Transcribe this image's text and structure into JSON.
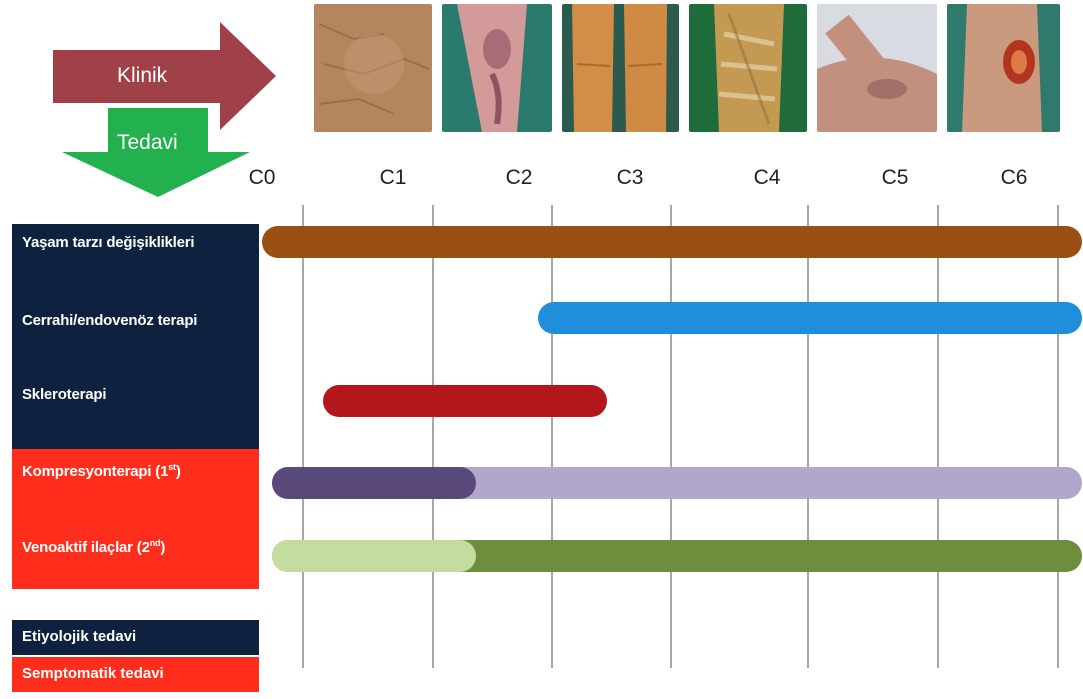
{
  "header": {
    "clinical_label": "Klinik",
    "treatment_label": "Tedavi"
  },
  "stages": [
    "C0",
    "C1",
    "C2",
    "C3",
    "C4",
    "C5",
    "C6"
  ],
  "photos": [
    {
      "stage": "C1",
      "icon": "skin-telangiectasia-photo"
    },
    {
      "stage": "C2",
      "icon": "varicose-vein-leg-photo"
    },
    {
      "stage": "C3",
      "icon": "edema-legs-photo"
    },
    {
      "stage": "C4",
      "icon": "skin-changes-leg-photo"
    },
    {
      "stage": "C5",
      "icon": "healed-ulcer-ankle-photo"
    },
    {
      "stage": "C6",
      "icon": "active-ulcer-leg-photo"
    }
  ],
  "treatments": [
    {
      "label": "Yaşam tarzı değişiklikleri",
      "sup": "",
      "group": "etiological",
      "bars": [
        {
          "from": "C0",
          "to": "C6",
          "color": "#9b4f12"
        }
      ]
    },
    {
      "label": "Cerrahi/endovenöz terapi",
      "sup": "",
      "group": "etiological",
      "bars": [
        {
          "from": "C2",
          "to": "C6",
          "color": "#1f8fdc"
        }
      ]
    },
    {
      "label": "Skleroterapi",
      "sup": "",
      "group": "etiological",
      "bars": [
        {
          "from": "C0.5",
          "to": "C2.5",
          "color": "#b3161b"
        }
      ]
    },
    {
      "label": "Kompresyonterapi (1",
      "sup": "st",
      "suffix": ")",
      "group": "symptomatic",
      "bars": [
        {
          "from": "C0",
          "to": "C6",
          "color": "#b2a6cb"
        },
        {
          "from": "C0",
          "to": "C1.4",
          "color": "#5a4a7c"
        }
      ]
    },
    {
      "label": "Venoaktif ilaçlar (2",
      "sup": "nd",
      "suffix": ")",
      "group": "symptomatic",
      "bars": [
        {
          "from": "C0",
          "to": "C6",
          "color": "#6e8e3e"
        },
        {
          "from": "C0",
          "to": "C1.4",
          "color": "#c5dca0"
        }
      ]
    }
  ],
  "legend": {
    "etiological": {
      "label": "Etiyolojik tedavi",
      "color": "#0e2240"
    },
    "symptomatic": {
      "label": "Semptomatik tedavi",
      "color": "#ff2d1c"
    }
  },
  "colors": {
    "clinical_arrow": "#a0414a",
    "treatment_arrow": "#22b14c"
  }
}
